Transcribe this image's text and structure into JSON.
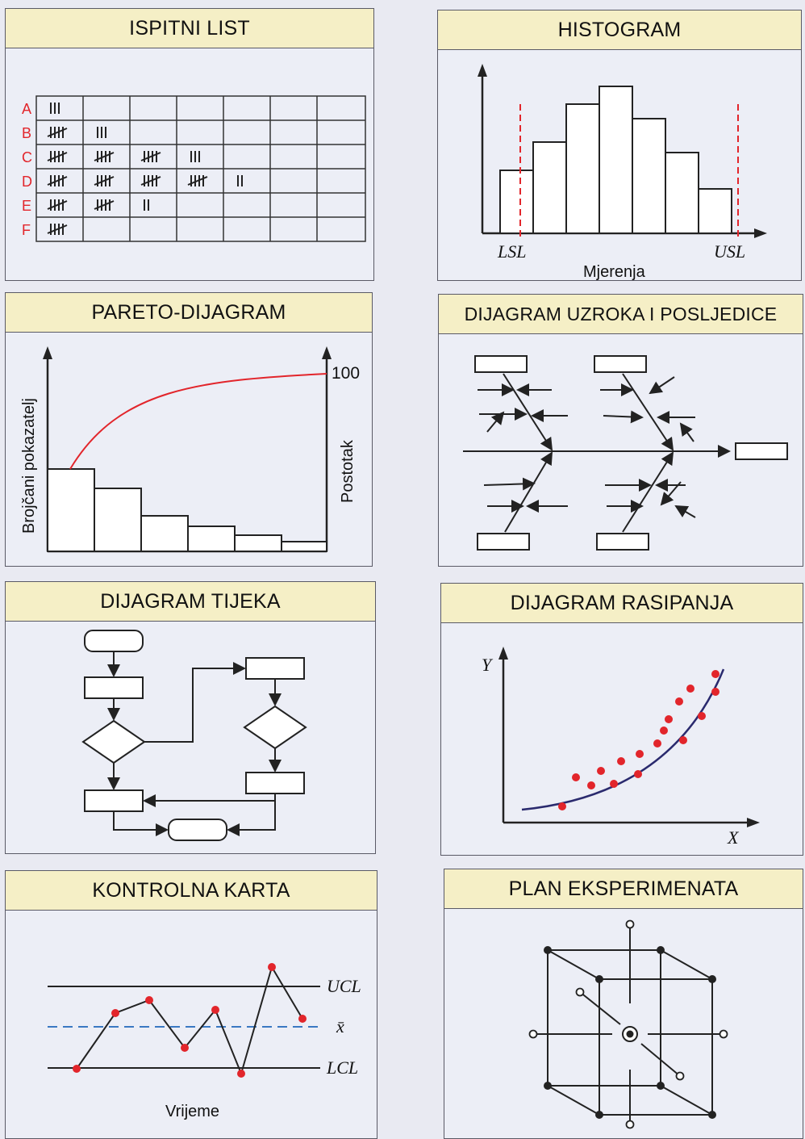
{
  "panels": {
    "check_sheet": {
      "title": "ISPITNI LIST",
      "rows": [
        "A",
        "B",
        "C",
        "D",
        "E",
        "F"
      ],
      "tallies": [
        [
          3
        ],
        [
          5,
          3
        ],
        [
          5,
          5,
          5,
          3
        ],
        [
          5,
          5,
          5,
          5,
          2
        ],
        [
          5,
          5,
          2
        ],
        [
          5
        ]
      ]
    },
    "histogram": {
      "title": "HISTOGRAM",
      "lsl": "LSL",
      "usl": "USL",
      "xlabel": "Mjerenja"
    },
    "pareto": {
      "title": "PARETO-DIJAGRAM",
      "ylabel_left": "Brojčani pokazatelj",
      "ylabel_right": "Postotak",
      "max_label": "100"
    },
    "cause_effect": {
      "title": "DIJAGRAM UZROKA I POSLJEDICE"
    },
    "flow": {
      "title": "DIJAGRAM TIJEKA"
    },
    "scatter": {
      "title": "DIJAGRAM RASIPANJA",
      "xlabel": "X",
      "ylabel": "Y"
    },
    "control_chart": {
      "title": "KONTROLNA KARTA",
      "ucl": "UCL",
      "lcl": "LCL",
      "mean": "x̄",
      "xlabel": "Vrijeme"
    },
    "doe": {
      "title": "PLAN EKSPERIMENATA"
    }
  },
  "colors": {
    "accent_red": "#e2252b",
    "navy": "#2a2a6e",
    "dashed_blue": "#3a78c2",
    "title_bg": "#f5efc6"
  }
}
